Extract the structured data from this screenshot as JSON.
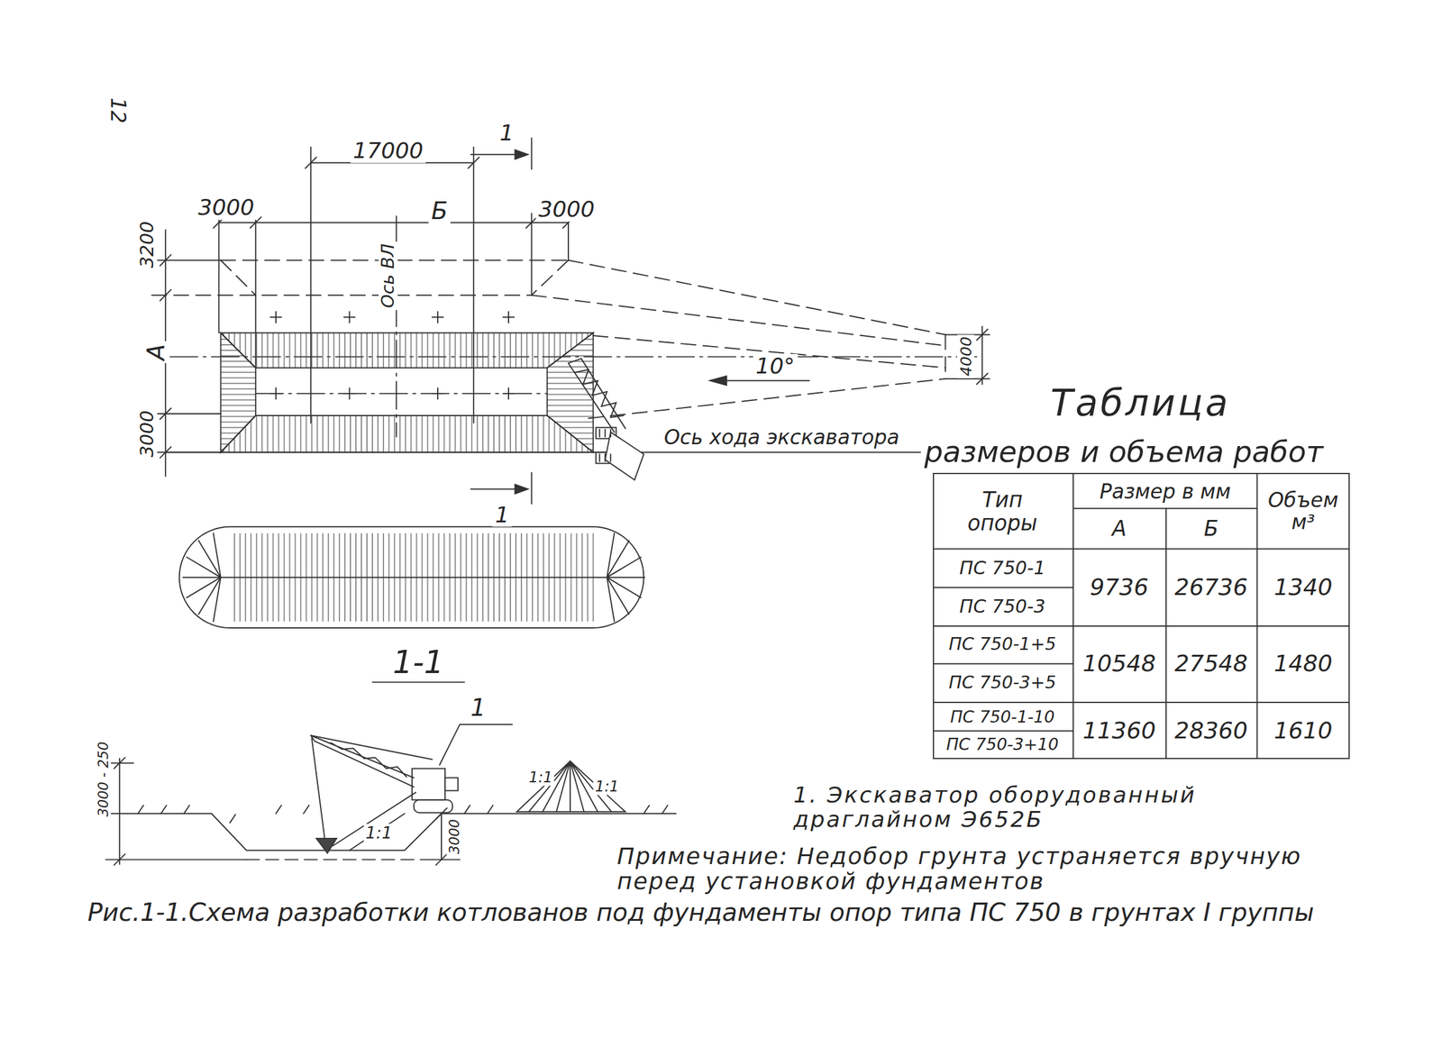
{
  "diagram": {
    "caption": "Рис.1-1.Схема разработки котлованов под фундаменты опор типа ПС 750 в грунтах I группы",
    "labels": [
      "12",
      "17000",
      "1",
      "3000",
      "Б",
      "3000",
      "3200",
      "Ось ВЛ",
      "А",
      "4000",
      "10°",
      "3000",
      "Ось хода экскаватора",
      "1",
      "1-1",
      "1",
      "3000 - 250",
      "3000",
      "1:1",
      "1:1",
      "1:1",
      "Таблица",
      "размеров и объема работ",
      "Тип опоры",
      "Размер в мм",
      "Объем м³",
      "А",
      "Б",
      "ПС 750-1",
      "ПС 750-3",
      "9736",
      "26736",
      "1340",
      "ПС 750-1+5",
      "ПС 750-3+5",
      "10548",
      "27548",
      "1480",
      "ПС 750-1-10",
      "ПС 750-3+10",
      "11360",
      "28360",
      "1610",
      "1. Экскаватор оборудованный драглайном Э652Б",
      "Примечание: Недобор грунта устраняется вручную перед установкой фундаментов"
    ]
  }
}
